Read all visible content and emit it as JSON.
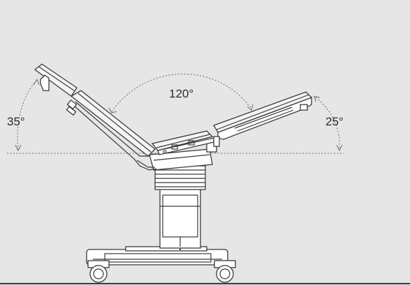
{
  "angles": {
    "center": "120°",
    "left": "35°",
    "right": "25°"
  },
  "colors": {
    "background": "#e6e6e6",
    "stroke": "#3a3a3a",
    "guide": "#6a6a6a"
  }
}
